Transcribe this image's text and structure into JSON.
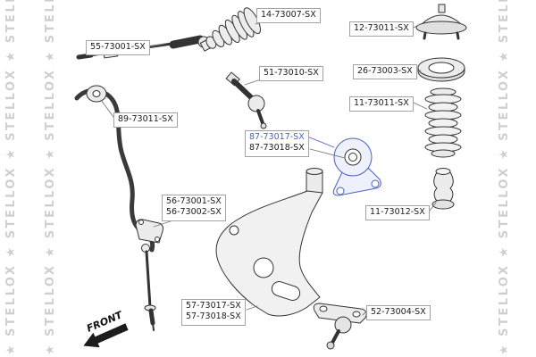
{
  "diagram": {
    "watermark_text": "★ STELLOX ★ STELLOX ★ STELLOX ★ STELLOX ★ STELLOX ★",
    "front_label": "FRONT",
    "colors": {
      "highlight": "#4a5fc4",
      "watermark": "#cfcfcf",
      "line": "#333333"
    },
    "parts": [
      {
        "id": "55-73001-SX",
        "highlighted": false
      },
      {
        "id": "14-73007-SX",
        "highlighted": false
      },
      {
        "id": "12-73011-SX",
        "highlighted": false
      },
      {
        "id": "51-73010-SX",
        "highlighted": false
      },
      {
        "id": "26-73003-SX",
        "highlighted": false
      },
      {
        "id": "11-73011-SX",
        "highlighted": false
      },
      {
        "id": "89-73011-SX",
        "highlighted": false
      },
      {
        "id": "87-73017-SX",
        "highlighted": true
      },
      {
        "id": "87-73018-SX",
        "highlighted": false
      },
      {
        "id": "56-73001-SX",
        "highlighted": false
      },
      {
        "id": "56-73002-SX",
        "highlighted": false
      },
      {
        "id": "11-73012-SX",
        "highlighted": false
      },
      {
        "id": "57-73017-SX",
        "highlighted": false
      },
      {
        "id": "57-73018-SX",
        "highlighted": false
      },
      {
        "id": "52-73004-SX",
        "highlighted": false
      }
    ]
  }
}
